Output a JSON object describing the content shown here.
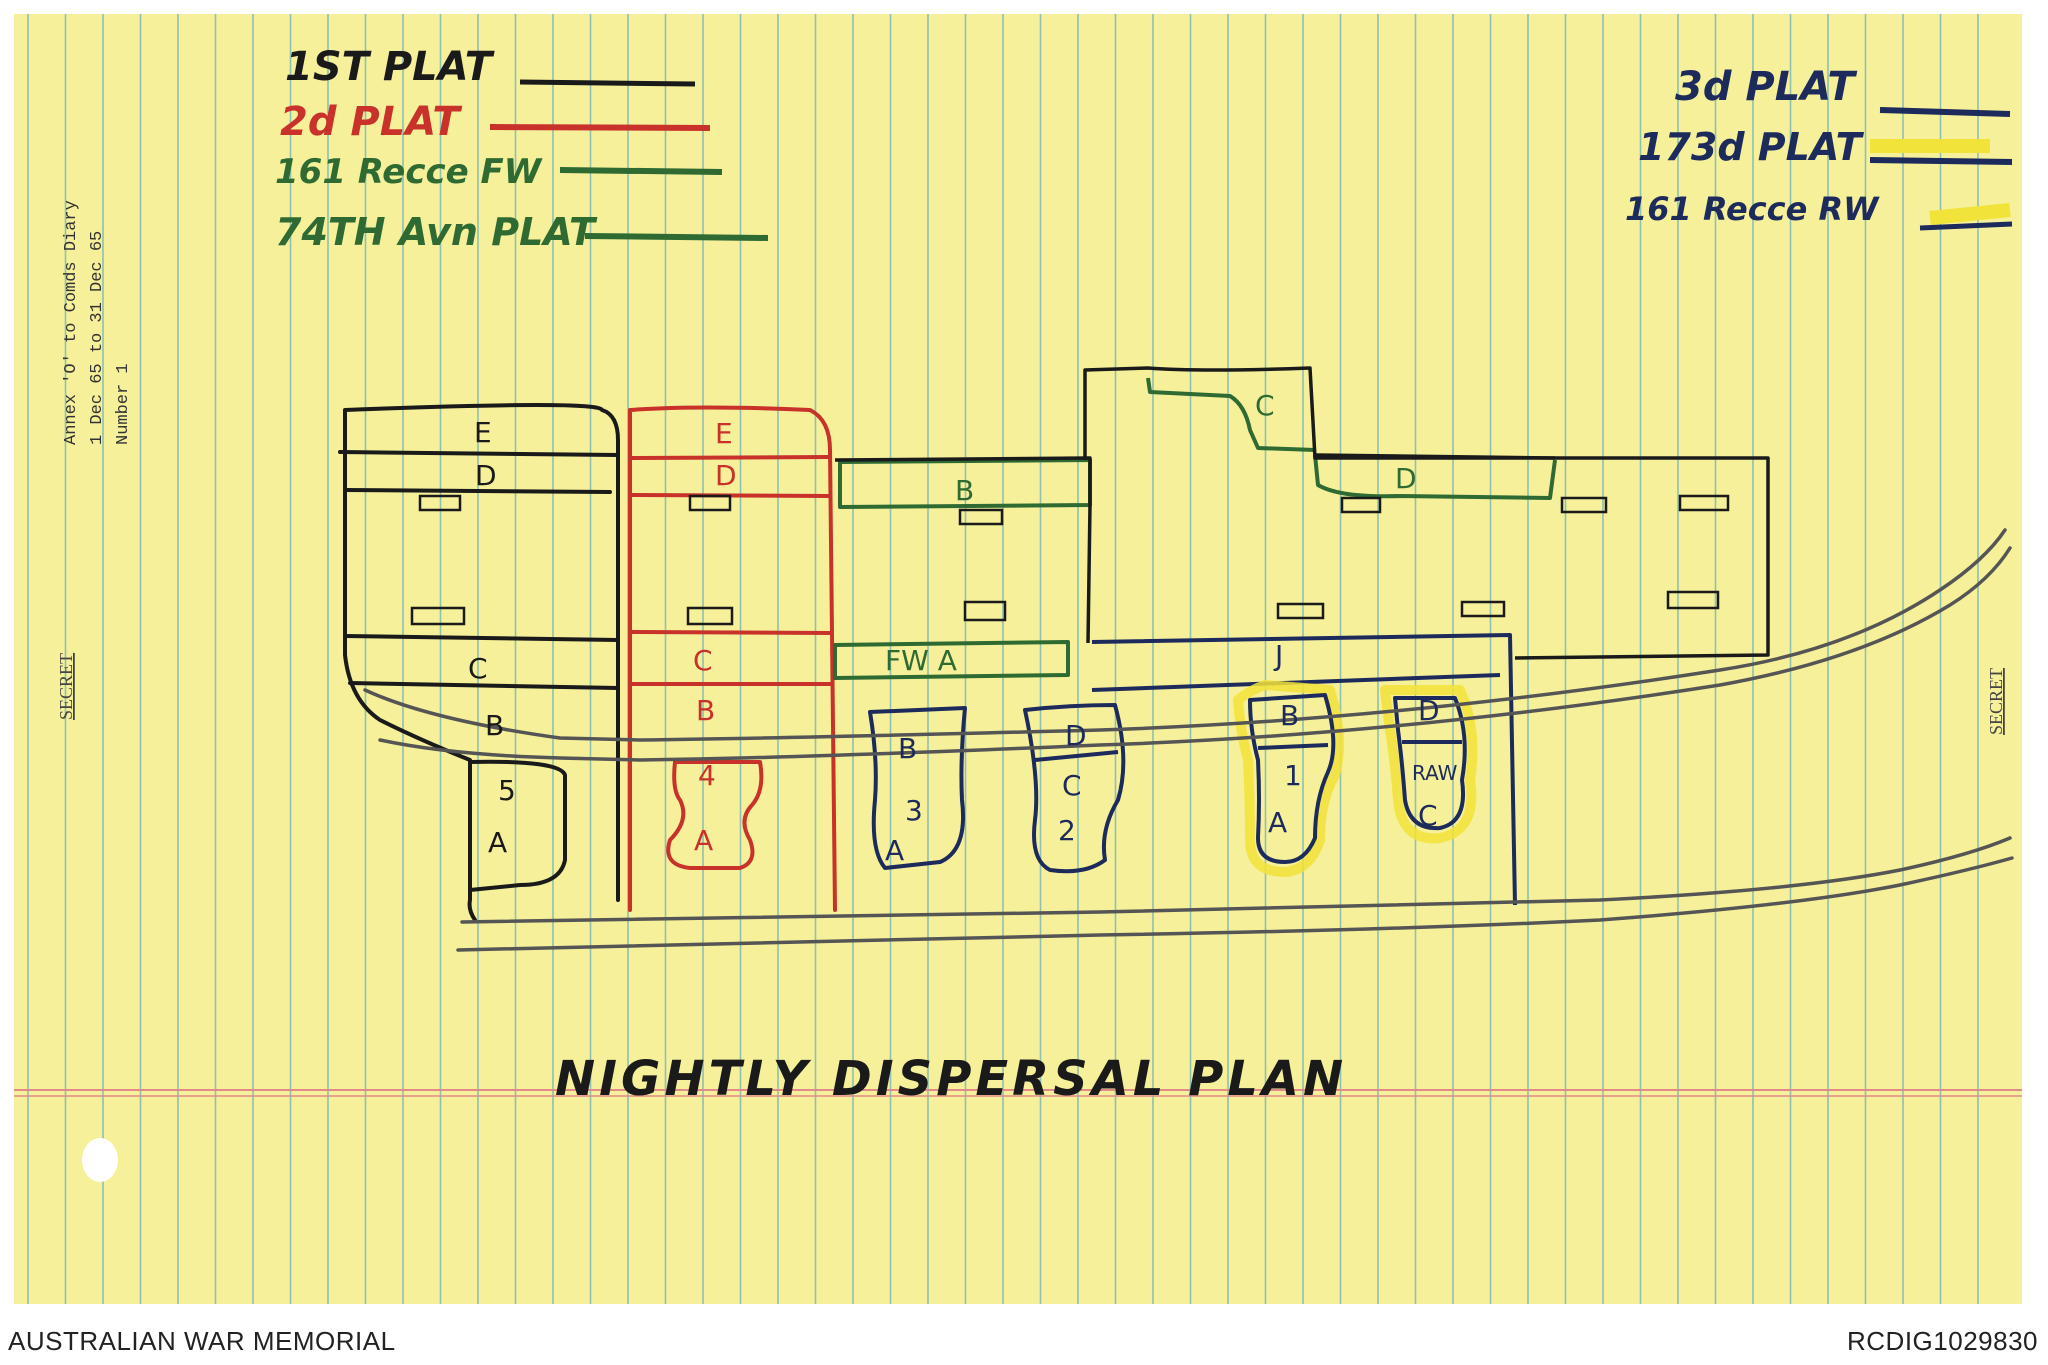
{
  "legend_left": [
    {
      "label": "1ST PLAT",
      "color": "#1a1a1a"
    },
    {
      "label": "2d PLAT",
      "color": "#c8322a"
    },
    {
      "label": "161 Recce FW",
      "color": "#2e6a32"
    },
    {
      "label": "74TH Avn PLAT",
      "color": "#2e6a32"
    }
  ],
  "legend_right": [
    {
      "label": "3d PLAT",
      "color": "#1d2a5c"
    },
    {
      "label": "173d PLAT",
      "color": "#1d2a5c",
      "highlight": "#f2e33a"
    },
    {
      "label": "161 Recce RW",
      "color": "#1d2a5c",
      "highlight": "#f2e33a"
    }
  ],
  "side_stamp": [
    "Annex 'O' to Comds Diary",
    "1 Dec 65 to 31 Dec 65",
    "Number 1"
  ],
  "classification": "SECRET",
  "plan_title": "NIGHTLY DISPERSAL PLAN",
  "footer_left": "AUSTRALIAN WAR MEMORIAL",
  "footer_right": "RCDIG1029830",
  "area_labels": {
    "black": [
      "E",
      "D",
      "C",
      "B",
      "5",
      "A"
    ],
    "red": [
      "E",
      "D",
      "C",
      "B",
      "4",
      "A"
    ],
    "green": [
      "B",
      "FW A",
      "C",
      "D"
    ],
    "blue": [
      "J",
      "B",
      "3",
      "A",
      "D",
      "C",
      "2",
      "B",
      "1",
      "A",
      "D",
      "RAW",
      "C"
    ]
  },
  "colors": {
    "paper": "#f6f09a",
    "rule_line": "#6fb0b6",
    "margin_line": "#e08a8a",
    "black_plat": "#1a1a1a",
    "red_plat": "#c8322a",
    "green_plat": "#2e6a32",
    "blue_plat": "#1d2a5c",
    "yellow_plat": "#f2e33a",
    "road": "#555555"
  }
}
